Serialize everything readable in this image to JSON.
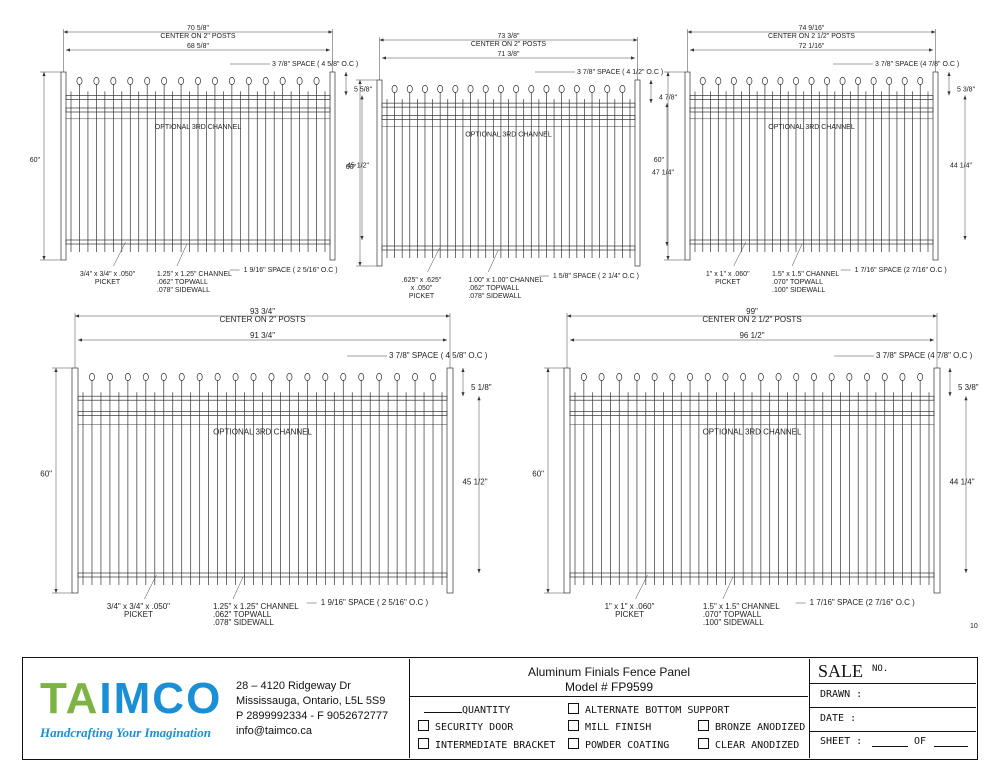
{
  "panels": [
    {
      "id": "a",
      "overall": "70 5/8\"",
      "center_note": "CENTER ON 2\" POSTS",
      "inner": "68 5/8\"",
      "space_top": "3 7/8\" SPACE ( 4 5/8\" O.C )",
      "top_gap": "5 5/8\"",
      "height": "60\"",
      "picket_height": "45 1/2\"",
      "channel_note": "OPTIONAL 3RD CHANNEL",
      "picket_label": "3/4\" x 3/4\" x .050\"\nPICKET",
      "channel_label": "1.25\" x 1.25\" CHANNEL\n.062\" TOPWALL\n.078\" SIDEWALL",
      "space_bottom": "1 9/16\" SPACE ( 2 5/16\" O.C )",
      "pickets": 15
    },
    {
      "id": "b",
      "overall": "73 3/8\"",
      "center_note": "CENTER ON 2\" POSTS",
      "inner": "71 3/8\"",
      "space_top": "3 7/8\" SPACE ( 4 1/2\" O.C )",
      "top_gap": "4 7/8\"",
      "height": "60\"",
      "picket_height": "47 1/4\"",
      "channel_note": "OPTIONAL 3RD CHANNEL",
      "picket_label": ".625\" x .625\"\nx .050\"\nPICKET",
      "channel_label": "1.00\" x 1.00\" CHANNEL\n.062\" TOPWALL\n.078\" SIDEWALL",
      "space_bottom": "1 5/8\" SPACE ( 2 1/4\" O.C )",
      "pickets": 16
    },
    {
      "id": "c",
      "overall": "74 9/16\"",
      "center_note": "CENTER ON 2 1/2\" POSTS",
      "inner": "72 1/16\"",
      "space_top": "3 7/8\" SPACE (4 7/8\" O.C )",
      "top_gap": "5 3/8\"",
      "height": "60\"",
      "picket_height": "44 1/4\"",
      "channel_note": "OPTIONAL 3RD CHANNEL",
      "picket_label": "1\" x 1\" x .060\"\nPICKET",
      "channel_label": "1.5\" x 1.5\" CHANNEL\n.070\" TOPWALL\n.100\" SIDEWALL",
      "space_bottom": "1 7/16\" SPACE (2 7/16\" O.C )",
      "pickets": 15
    },
    {
      "id": "d",
      "overall": "93 3/4\"",
      "center_note": "CENTER ON 2\" POSTS",
      "inner": "91 3/4\"",
      "space_top": "3 7/8\" SPACE ( 4 5/8\" O.C )",
      "top_gap": "5 1/8\"",
      "height": "60\"",
      "picket_height": "45 1/2\"",
      "channel_note": "OPTIONAL 3RD CHANNEL",
      "picket_label": "3/4\" x 3/4\" x .050\"\nPICKET",
      "channel_label": "1.25\" x 1.25\" CHANNEL\n.062\" TOPWALL\n.078\" SIDEWALL",
      "space_bottom": "1 9/16\" SPACE ( 2 5/16\" O.C )",
      "pickets": 20
    },
    {
      "id": "e",
      "overall": "99\"",
      "center_note": "CENTER ON 2 1/2\" POSTS",
      "inner": "96 1/2\"",
      "space_top": "3 7/8\" SPACE (4 7/8\" O.C )",
      "top_gap": "5 3/8\"",
      "height": "60\"",
      "picket_height": "44 1/4\"",
      "channel_note": "OPTIONAL 3RD CHANNEL",
      "picket_label": "1\" x 1\" x .060\"\nPICKET",
      "channel_label": "1.5\" x 1.5\" CHANNEL\n.070\" TOPWALL\n.100\" SIDEWALL",
      "space_bottom": "1 7/16\" SPACE (2 7/16\" O.C )",
      "pickets": 20
    }
  ],
  "edge_mark": "10",
  "company": {
    "logo_letters": [
      "T",
      "A",
      "I",
      "M",
      "C",
      "O"
    ],
    "logo_colors": [
      "#7cb342",
      "#7cb342",
      "#1a8fd6",
      "#1a8fd6",
      "#1a8fd6",
      "#1a8fd6"
    ],
    "tagline": "Handcrafting Your Imagination",
    "address_line1": "28 – 4120 Ridgeway Dr",
    "address_line2": "Mississauga, Ontario, L5L 5S9",
    "phone_fax": "P 2899992334 - F 9052672777",
    "email": "info@taimco.ca"
  },
  "title_block": {
    "title": "Aluminum Finials Fence Panel",
    "model": "Model # FP9599",
    "quantity_label": "QUANTITY",
    "options": {
      "security_door": "SECURITY DOOR",
      "intermediate_bracket": "INTERMEDIATE BRACKET",
      "alternate_bottom_support": "ALTERNATE BOTTOM SUPPORT",
      "mill_finish": "MILL FINISH",
      "powder_coating": "POWDER COATING",
      "bronze_anodized": "BRONZE ANODIZED",
      "clear_anodized": "CLEAR ANODIZED"
    },
    "sale_label": "SALE",
    "no_label": "NO.",
    "drawn_label": "DRAWN :",
    "date_label": "DATE :",
    "sheet_label": "SHEET :",
    "of_label": "OF"
  }
}
